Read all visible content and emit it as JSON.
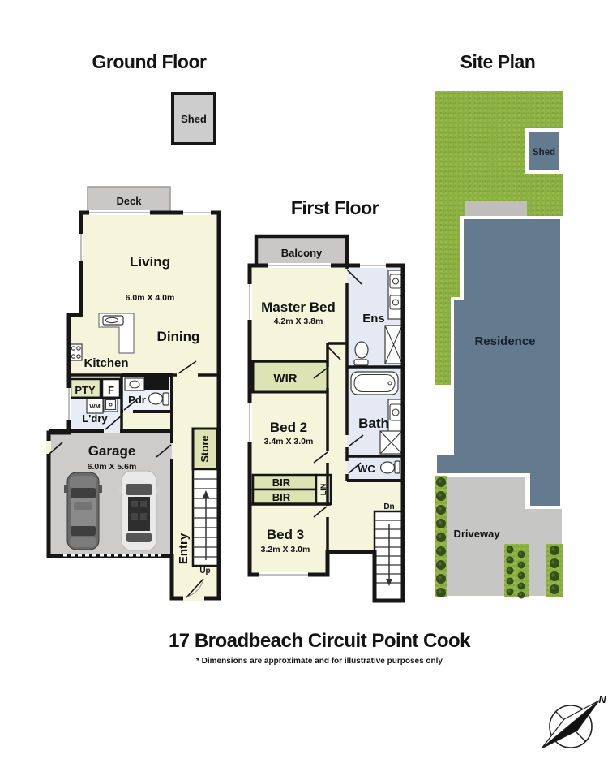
{
  "header": {
    "ground_floor_title": "Ground Floor",
    "first_floor_title": "First Floor",
    "site_plan_title": "Site Plan"
  },
  "ground_floor": {
    "shed": "Shed",
    "deck": "Deck",
    "living": "Living",
    "living_dim": "6.0m X 4.0m",
    "dining": "Dining",
    "kitchen": "Kitchen",
    "pantry": "PTY",
    "fridge": "F",
    "powder": "Pdr",
    "washing_machine": "WM",
    "laundry": "L'dry",
    "garage": "Garage",
    "garage_dim": "6.0m X 5.6m",
    "store": "Store",
    "entry": "Entry",
    "stairs_up": "Up"
  },
  "first_floor": {
    "balcony": "Balcony",
    "master_bed": "Master Bed",
    "master_bed_dim": "4.2m X 3.8m",
    "ensuite": "Ens",
    "wir": "WIR",
    "bed2": "Bed 2",
    "bed2_dim": "3.4m X 3.0m",
    "bath": "Bath",
    "wc": "WC",
    "bir1": "BIR",
    "bir2": "BIR",
    "linen": "LIN",
    "bed3": "Bed 3",
    "bed3_dim": "3.2m X 3.0m",
    "stairs_dn": "Dn"
  },
  "site_plan": {
    "shed": "Shed",
    "residence": "Residence",
    "driveway": "Driveway"
  },
  "compass": {
    "north": "N"
  },
  "footer": {
    "address": "17 Broadbeach Circuit Point Cook",
    "disclaimer": "* Dimensions are approximate and for illustrative purposes only"
  },
  "colors": {
    "wall": "#161616",
    "room_cream": "#f4f5da",
    "robe_green": "#dde3b2",
    "wet_blue": "#e4e9f4",
    "deck_grey": "#cac8c6",
    "garage_grey": "#cecccb",
    "grass_green": "#8fb244",
    "residence_slate": "#647a8e",
    "driveway_grey": "#c6c6c4"
  }
}
